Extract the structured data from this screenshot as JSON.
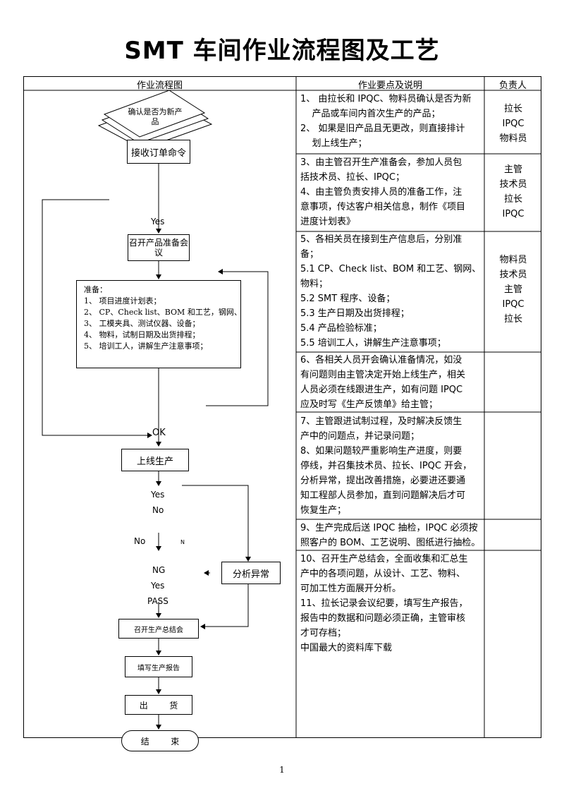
{
  "title": "SMT 车间作业流程图及工艺",
  "headers": {
    "flow": "作业流程图",
    "notes": "作业要点及说明",
    "owner": "负责人"
  },
  "flow": {
    "decision": "确认是否为新产品",
    "receive": "接收订单命令",
    "meeting": "召开产品准备会议",
    "prep_title": "准备：",
    "prep_items": [
      "1、  项目进度计划表；",
      "2、  CP、Check list、BOM 和工艺，钢网、",
      "3、  工模夹具、测试仪器、设备；",
      "4、  物料，试制日期及出货排程；",
      "5、  培训工人，讲解生产注意事项；"
    ],
    "online": "上线生产",
    "analysis": "分析异常",
    "summary": "召开生产总结会",
    "report": "填写生产报告",
    "ship": "出        货",
    "end": "结        束",
    "labels": {
      "yes1": "Yes",
      "ok": "OK",
      "yes2": "Yes",
      "no1": "No",
      "no2": "No",
      "n": "N",
      "ng": "NG",
      "yes3": "Yes",
      "pass": "PASS"
    }
  },
  "notes": [
    [
      "1、  由拉长和 IPQC、物料员确认是否为新",
      "    产品或车间内首次生产的产品；",
      "2、  如果是旧产品且无更改，则直接排计",
      "    划上线生产；"
    ],
    [
      "3、由主管召开生产准备会，参加人员包",
      "括技术员、拉长、IPQC；",
      "4、由主管负责安排人员的准备工作，注",
      "意事项，传达客户相关信息，制作《项目",
      "进度计划表》"
    ],
    [
      "5、各相关员在接到生产信息后，分别准",
      "备；",
      "5.1 CP、Check list、BOM 和工艺、钢网、",
      "物料；",
      "5.2 SMT 程序、设备；",
      "5.3  生产日期及出货排程；",
      "5.4  产品检验标准；",
      "5.5 培训工人，讲解生产注意事项；"
    ],
    [
      "6、各相关人员开会确认准备情况，如没",
      "有问题则由主管决定开始上线生产，相关",
      "人员必须在线跟进生产，如有问题 IPQC",
      "应及时写《生产反馈单》给主管；"
    ],
    [
      "7、主管跟进试制过程，及时解决反馈生",
      "产中的问题点，并记录问题；",
      "8、如果问题较严重影响生产进度，则要",
      "停线，并召集技术员、拉长、IPQC 开会，",
      "分析异常，提出改善措施，必要进还要通",
      "知工程部人员参加，直到问题解决后才可",
      "恢复生产；"
    ],
    [
      "9、生产完成后送 IPQC 抽检，IPQC 必须按",
      "照客户的 BOM、工艺说明、图纸进行抽检。"
    ],
    [
      "10、召开生产总结会，全面收集和汇总生",
      "产中的各项问题，从设计、工艺、物料、",
      "可加工性方面展开分析。",
      "11、拉长记录会议纪要，填写生产报告，",
      "报告中的数据和问题必须正确，主管审核",
      "才可存档；",
      "中国最大的资料库下载"
    ]
  ],
  "owners": [
    [
      "拉长",
      "IPQC",
      "物料员"
    ],
    [
      "主管",
      "技术员",
      "拉长",
      "IPQC"
    ],
    [
      "物料员",
      "技术员",
      "主管",
      "IPQC",
      "拉长"
    ]
  ],
  "page_number": "1"
}
